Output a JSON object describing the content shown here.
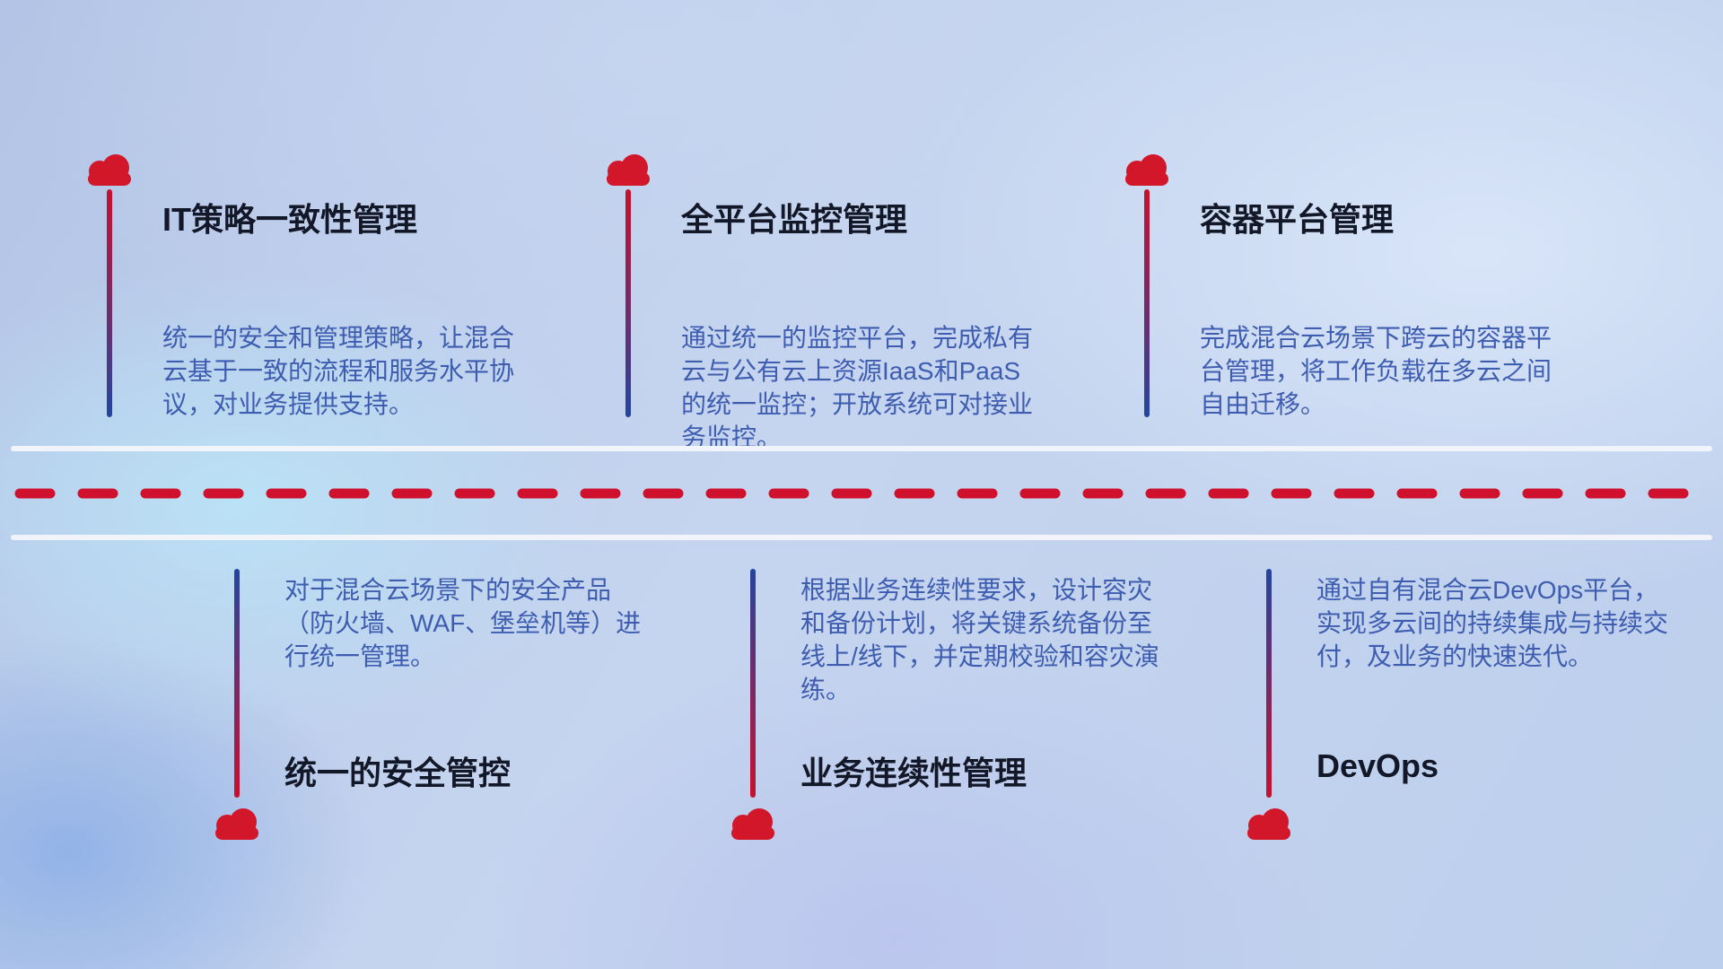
{
  "colors": {
    "cloud_red": "#d2172b",
    "line_red": "#c8102e",
    "line_blue": "#24459e",
    "title_color": "#131828",
    "desc_color": "#3e5db0",
    "divider_white": "#f1f5fb",
    "dash_red": "#d0112e"
  },
  "top_items": [
    {
      "title": "IT策略一致性管理",
      "description": "统一的安全和管理策略，让混合云基于一致的流程和服务水平协议，对业务提供支持。"
    },
    {
      "title": "全平台监控管理",
      "description": "通过统一的监控平台，完成私有云与公有云上资源IaaS和PaaS的统一监控；开放系统可对接业务监控。"
    },
    {
      "title": "容器平台管理",
      "description": "完成混合云场景下跨云的容器平台管理，将工作负载在多云之间自由迁移。"
    }
  ],
  "bottom_items": [
    {
      "title": "统一的安全管控",
      "description": "对于混合云场景下的安全产品（防火墙、WAF、堡垒机等）进行统一管理。"
    },
    {
      "title": "业务连续性管理",
      "description": "根据业务连续性要求，设计容灾和备份计划，将关键系统备份至线上/线下，并定期校验和容灾演练。"
    },
    {
      "title": "DevOps",
      "description": "通过自有混合云DevOps平台，实现多云间的持续集成与持续交付，及业务的快速迭代。"
    }
  ]
}
